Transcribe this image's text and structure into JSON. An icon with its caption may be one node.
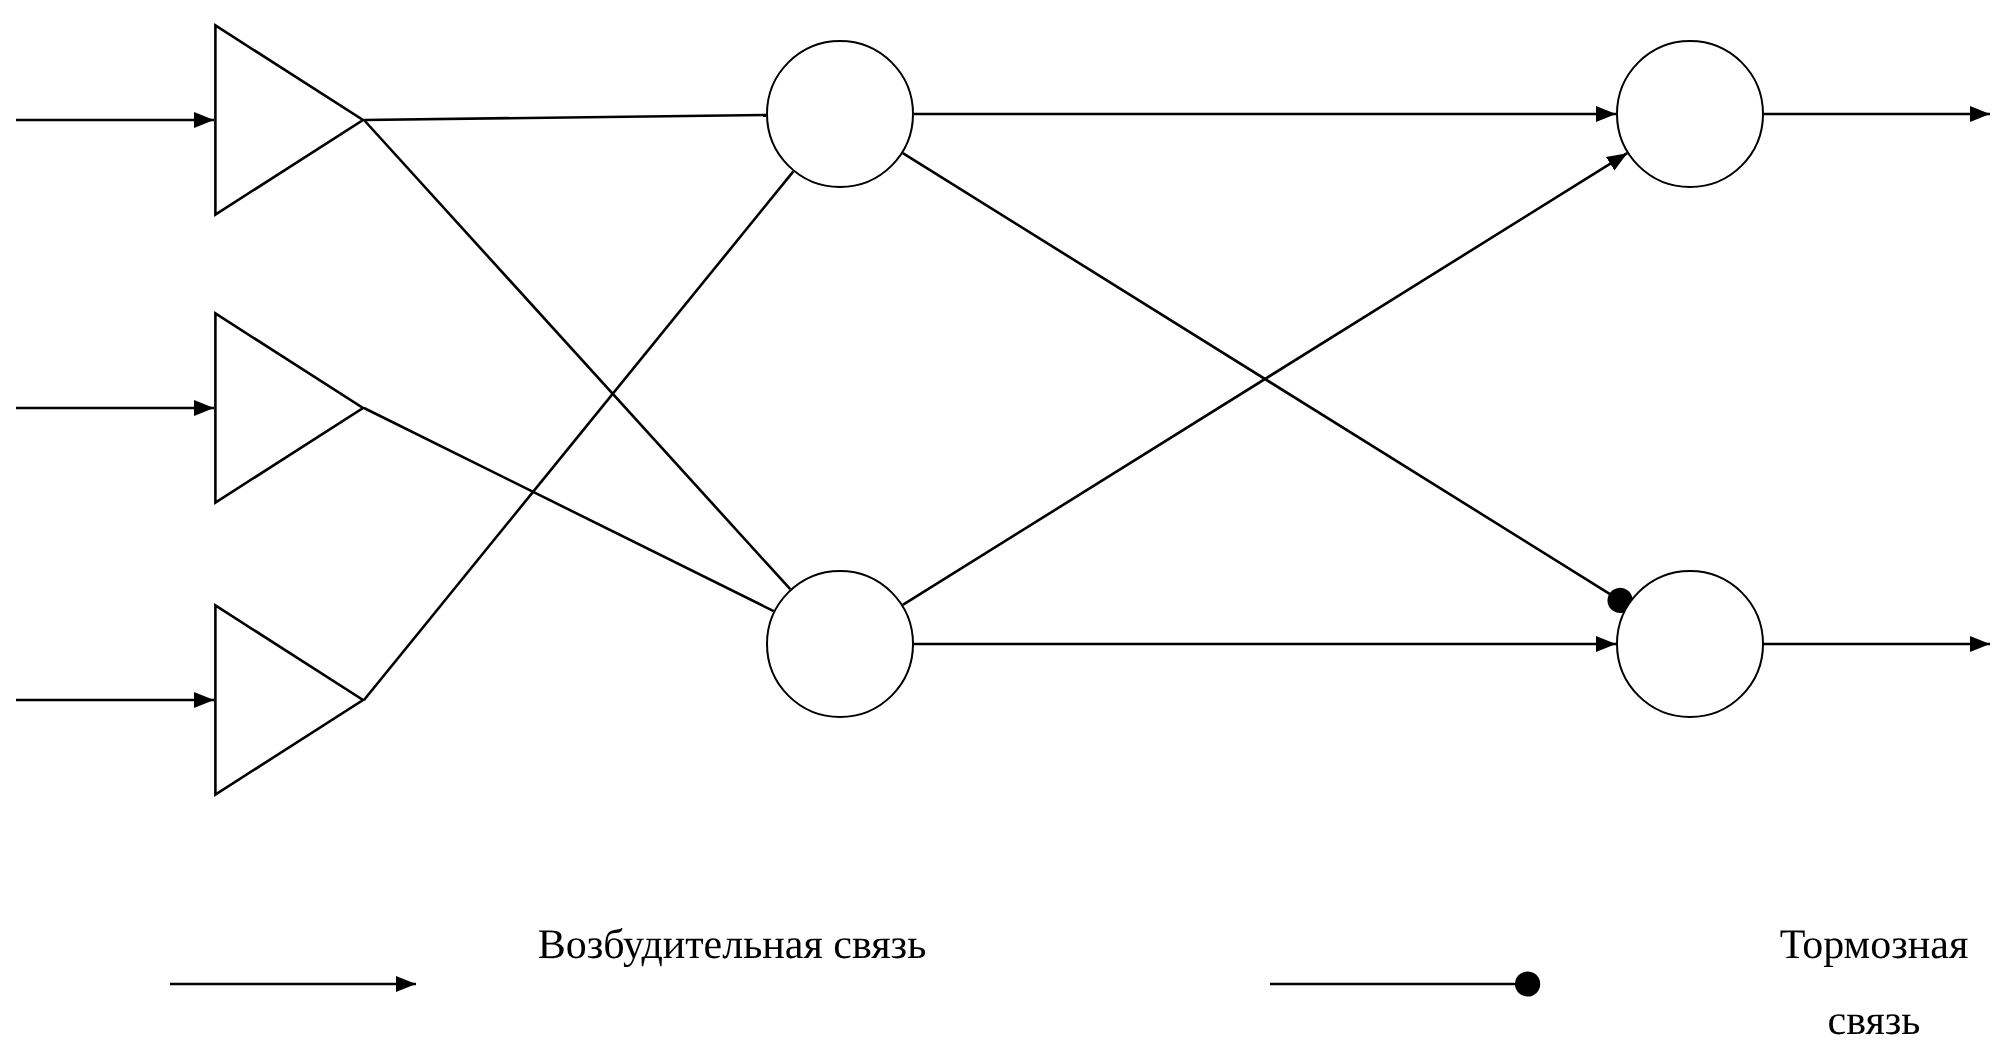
{
  "diagram": {
    "nodes": [
      {
        "text": [],
        "shape": "triangle"
      },
      {
        "text": [],
        "shape": "triangle"
      },
      {
        "text": [],
        "shape": "triangle"
      },
      {
        "text": [],
        "shape": "circle"
      },
      {
        "text": [],
        "shape": "circle"
      },
      {
        "text": [],
        "shape": "circle"
      },
      {
        "text": [],
        "shape": "circle"
      }
    ],
    "edges": [
      {
        "from": null,
        "to": 0,
        "arrow": "to"
      },
      {
        "from": null,
        "to": 1,
        "arrow": "to"
      },
      {
        "from": null,
        "to": 2,
        "arrow": "to"
      },
      {
        "from": 0,
        "to": 3,
        "arrow": "none"
      },
      {
        "from": 0,
        "to": 4,
        "arrow": "none"
      },
      {
        "from": 1,
        "to": 4,
        "arrow": "none"
      },
      {
        "from": 2,
        "to": 3,
        "arrow": "none"
      },
      {
        "from": 3,
        "to": 5,
        "arrow": "to"
      },
      {
        "from": 3,
        "to": 6,
        "arrow": "other"
      },
      {
        "from": 4,
        "to": 5,
        "arrow": "to"
      },
      {
        "from": 4,
        "to": 6,
        "arrow": "to"
      },
      {
        "from": 5,
        "to": null,
        "arrow": "to"
      },
      {
        "from": 6,
        "to": null,
        "arrow": "to"
      }
    ],
    "legend": [
      {
        "text": "Возбудительная связь"
      },
      {
        "text": "Тормозная связь"
      }
    ]
  }
}
